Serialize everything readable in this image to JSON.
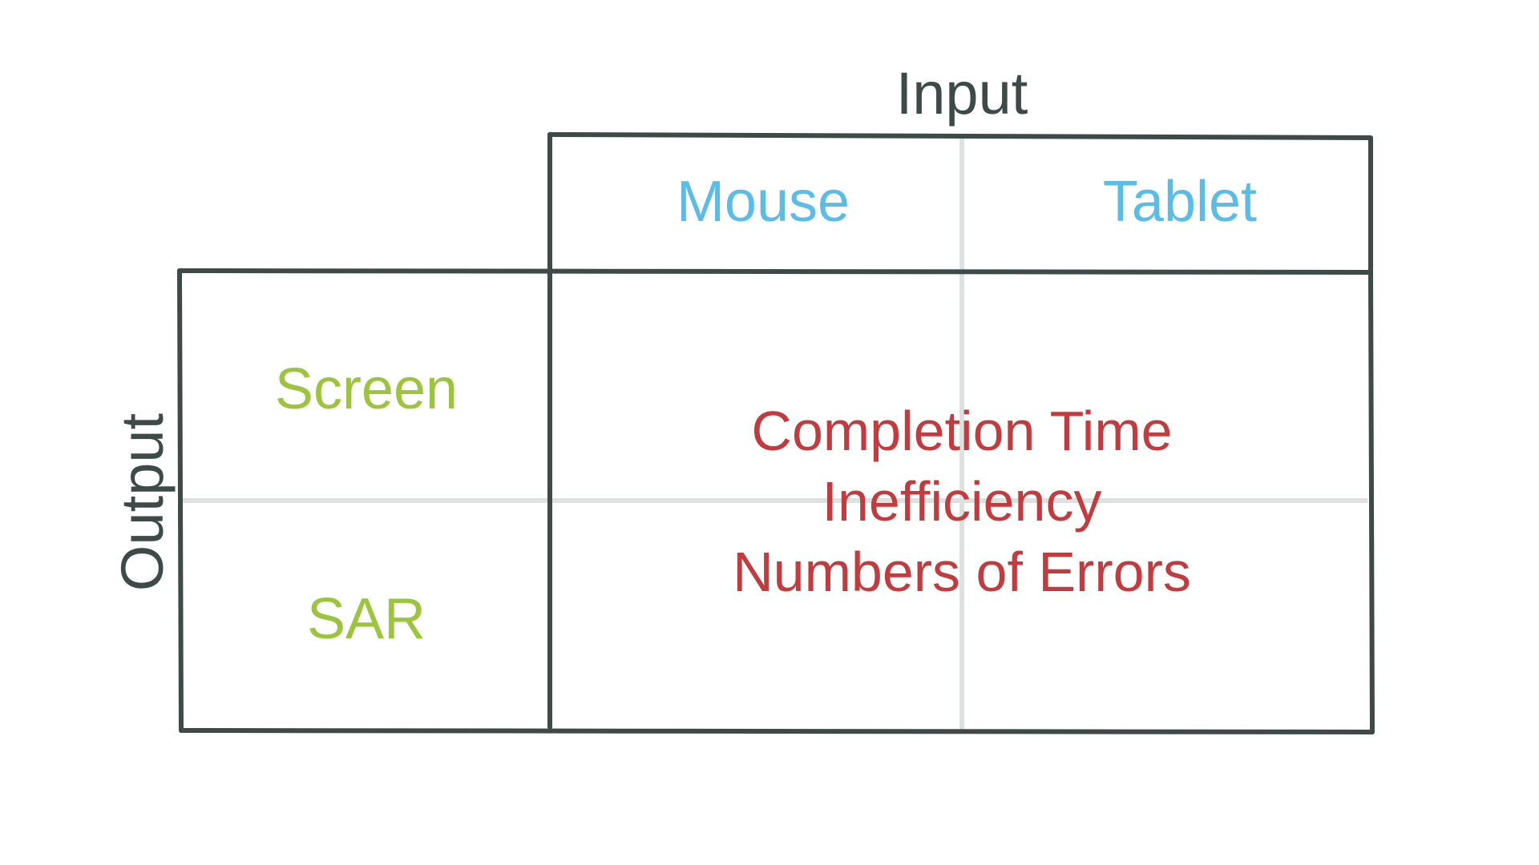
{
  "diagram": {
    "input_axis_label": "Input",
    "output_axis_label": "Output",
    "input_conditions": [
      "Mouse",
      "Tablet"
    ],
    "output_conditions": [
      "Screen",
      "SAR"
    ],
    "measures": [
      "Completion Time",
      "Inefficiency",
      "Numbers of Errors"
    ]
  },
  "colors": {
    "frame": "#3e4a48",
    "divider": "#dce2e0",
    "input_condition": "#5bbde6",
    "output_condition": "#9cc43c",
    "measure": "#c23b3e",
    "axis_label": "#3e4a48"
  }
}
